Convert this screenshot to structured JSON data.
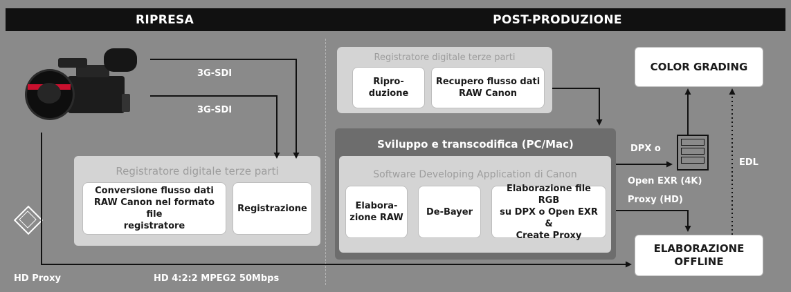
{
  "headers": {
    "left": "RIPRESA",
    "right": "POST-PRODUZIONE"
  },
  "links": {
    "sdi_top": "3G-SDI",
    "sdi_bottom": "3G-SDI",
    "dpx_line1": "DPX o",
    "dpx_line2": "Open EXR (4K)",
    "proxy_hd": "Proxy (HD)",
    "edl": "EDL",
    "hd_proxy": "HD Proxy",
    "hd_mpeg": "HD 4:2:2 MPEG2 50Mbps"
  },
  "recorder_top": {
    "title": "Registratore digitale terze parti",
    "box_playback": "Ripro-\nduzione",
    "box_recover": "Recupero flusso dati\nRAW Canon"
  },
  "sviluppo": {
    "title": "Sviluppo e transcodifica (PC/Mac)",
    "software_title": "Software Developing Application di Canon",
    "box_raw": "Elabora-\nzione RAW",
    "box_debayer": "De-Bayer",
    "box_rgb": "Elaborazione file RGB\nsu DPX o Open EXR &\nCreate Proxy"
  },
  "recorder_bottom": {
    "title": "Registratore digitale terze parti",
    "box_convert": "Conversione flusso dati\nRAW Canon nel formato file\nregistratore",
    "box_record": "Registrazione"
  },
  "outputs": {
    "color_grading": "COLOR GRADING",
    "offline": "ELABORAZIONE\nOFFLINE"
  },
  "colors": {
    "background": "#8a8a8a",
    "header_bar": "#111111",
    "panel_light": "#d4d4d4",
    "panel_dark": "#6d6d6d",
    "box": "#ffffff",
    "line": "#111111"
  }
}
